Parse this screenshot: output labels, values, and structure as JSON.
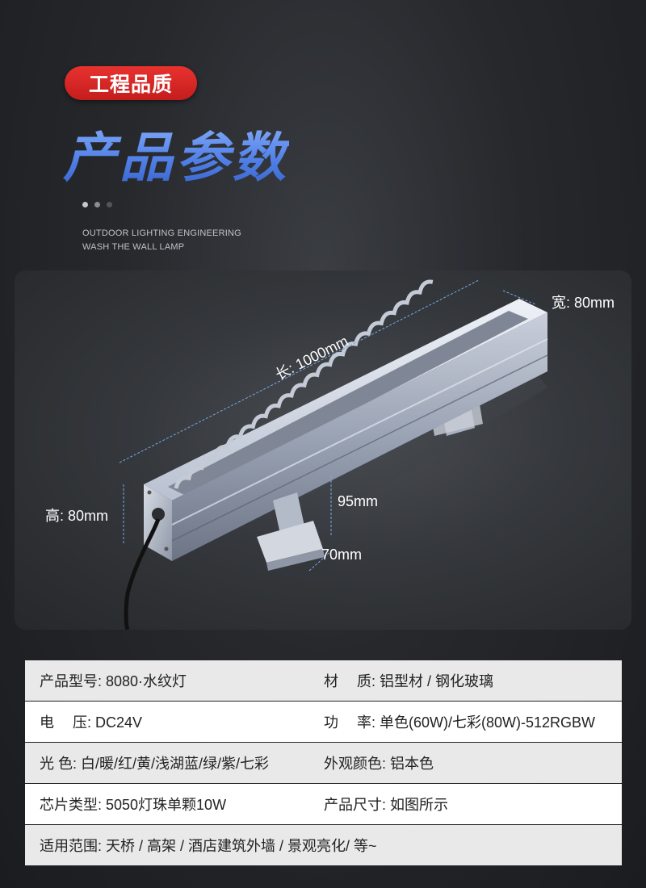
{
  "header": {
    "badge": "工程品质",
    "title": "产品参数",
    "dots": [
      "#c8c8c8",
      "#8d8d8d",
      "#555555"
    ],
    "subtitle_line1": "OUTDOOR LIGHTING ENGINEERING",
    "subtitle_line2": "WASH THE WALL LAMP"
  },
  "product": {
    "dim_length": "长: 1000mm",
    "dim_width": "宽: 80mm",
    "dim_height": "高: 80mm",
    "dim_bracket_height": "95mm",
    "dim_bracket_width": "70mm"
  },
  "specs": [
    {
      "left": "产品型号: 8080·水纹灯",
      "right": "材　  质: 铝型材 / 钢化玻璃"
    },
    {
      "left": "电　  压: DC24V",
      "right": "功　  率: 单色(60W)/七彩(80W)-512RGBW"
    },
    {
      "left": "光  色: 白/暖/红/黄/浅湖蓝/绿/紫/七彩",
      "right": "外观颜色: 铝本色"
    },
    {
      "left": "芯片类型: 5050灯珠单颗10W",
      "right": "产品尺寸: 如图所示"
    },
    {
      "left": "适用范围: 天桥 / 高架 / 酒店建筑外墙 / 景观亮化/ 等~",
      "right": ""
    }
  ]
}
